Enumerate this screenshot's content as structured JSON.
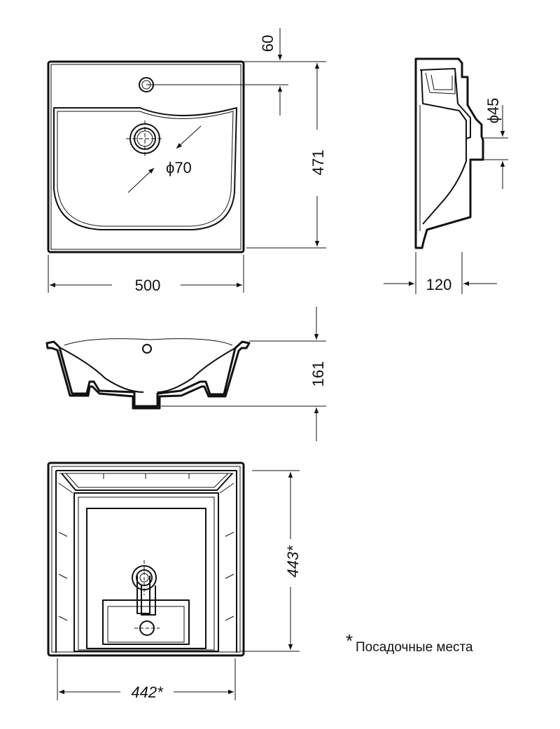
{
  "dimensions": {
    "width": "500",
    "height": "471",
    "depth": "120",
    "side_height": "161",
    "tap_offset": "60",
    "drain_diameter": "ϕ70",
    "side_hole_diameter": "ϕ45",
    "mount_height": "443*",
    "mount_width": "442*"
  },
  "note": {
    "asterisk": "*",
    "text": "Посадочные места"
  },
  "colors": {
    "line": "#111111",
    "background": "#ffffff"
  }
}
